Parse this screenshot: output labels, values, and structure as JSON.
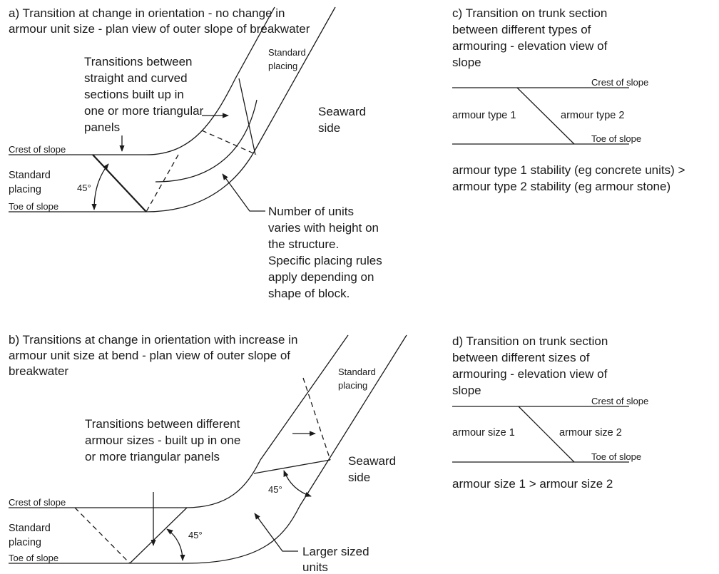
{
  "panel_a": {
    "title_line1": "a) Transition at change in orientation - no change in",
    "title_line2": "armour unit size - plan view of outer slope of breakwater",
    "note_transitions": [
      "Transitions between",
      "straight and curved",
      "sections built up in",
      "one or more triangular",
      "panels"
    ],
    "standard_placing_top": [
      "Standard",
      "placing"
    ],
    "seaward_side": [
      "Seaward",
      "side"
    ],
    "crest_of_slope": "Crest of slope",
    "standard_placing_left": [
      "Standard",
      "placing"
    ],
    "angle": "45°",
    "toe_of_slope": "Toe of slope",
    "note_units": [
      "Number of units",
      "varies with height on",
      "the structure.",
      "Specific placing rules",
      "apply depending on",
      "shape of block."
    ]
  },
  "panel_b": {
    "title_line1": "b) Transitions at change in orientation with increase in",
    "title_line2": "armour unit size at bend - plan view of outer slope of",
    "title_line3": "breakwater",
    "standard_placing_top": [
      "Standard",
      "placing"
    ],
    "note_transitions": [
      "Transitions between different",
      "armour sizes - built up in one",
      "or more triangular panels"
    ],
    "seaward_side": [
      "Seaward",
      "side"
    ],
    "angle_upper": "45°",
    "crest_of_slope": "Crest of slope",
    "standard_placing_left": [
      "Standard",
      "placing"
    ],
    "angle_lower": "45°",
    "toe_of_slope": "Toe of slope",
    "larger_units": [
      "Larger sized",
      "units"
    ]
  },
  "panel_c": {
    "title": [
      "c) Transition on trunk section",
      "between different types of",
      "armouring - elevation view of",
      "slope"
    ],
    "crest_of_slope": "Crest of slope",
    "armour_left": "armour type 1",
    "armour_right": "armour type 2",
    "toe_of_slope": "Toe of slope",
    "note_line1": "armour type 1 stability (eg concrete units) >",
    "note_line2": "armour type 2 stability (eg armour stone)"
  },
  "panel_d": {
    "title": [
      "d) Transition on trunk section",
      "between different sizes of",
      "armouring  - elevation view of",
      "slope"
    ],
    "crest_of_slope": "Crest of slope",
    "armour_left": "armour size 1",
    "armour_right": "armour size 2",
    "toe_of_slope": "Toe of slope",
    "note": "armour size 1 > armour size 2"
  }
}
